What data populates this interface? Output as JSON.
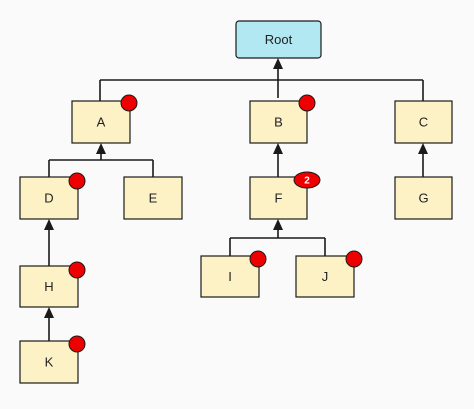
{
  "colors": {
    "root_fill": "#b2e8f2",
    "node_fill": "#fdf2c6",
    "badge_fill": "#ee0000",
    "stroke": "#1a1a1a"
  },
  "nodes": {
    "root": {
      "label": "Root"
    },
    "a": {
      "label": "A"
    },
    "b": {
      "label": "B"
    },
    "c": {
      "label": "C"
    },
    "d": {
      "label": "D"
    },
    "e": {
      "label": "E"
    },
    "f": {
      "label": "F",
      "badge": "2"
    },
    "g": {
      "label": "G"
    },
    "h": {
      "label": "H"
    },
    "i": {
      "label": "I"
    },
    "j": {
      "label": "J"
    },
    "k": {
      "label": "K"
    }
  }
}
